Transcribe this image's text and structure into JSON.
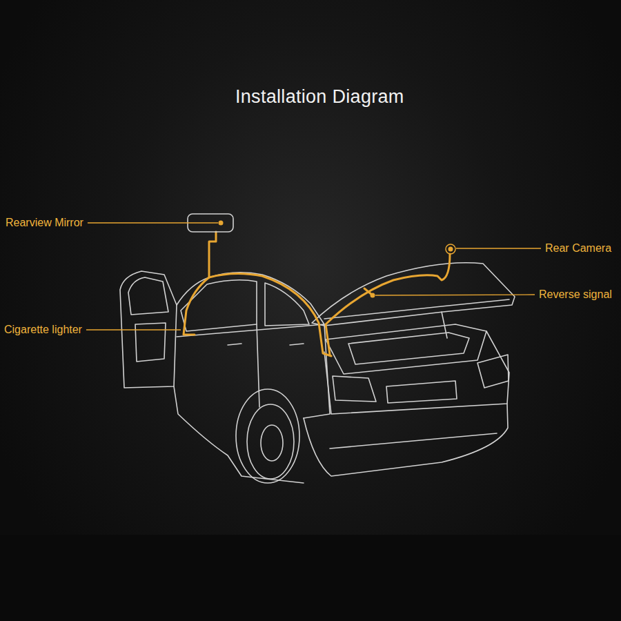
{
  "diagram": {
    "title": "Installation Diagram",
    "labels": [
      "Rearview Mirror",
      "Rear Camera",
      "Reverse signal",
      "Cigarette lighter"
    ]
  }
}
